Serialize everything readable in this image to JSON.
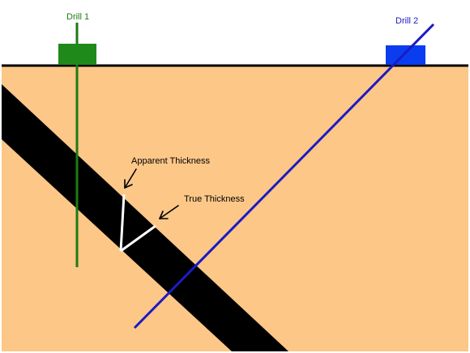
{
  "labels": {
    "drill1": "Drill 1",
    "drill2": "Drill 2",
    "apparent_thickness": "Apparent Thickness",
    "true_thickness": "True Thickness"
  },
  "colors": {
    "sky": "#ffffff",
    "ground": "#fdc788",
    "surface_line": "#000000",
    "ore_layer": "#000000",
    "drill1": "#1e7a12",
    "drill1_rig": "#1f8a1a",
    "drill2": "#1b1bc4",
    "drill2_rig": "#0a3cf0",
    "thickness_markers": "#ffffff",
    "arrows": "#000000",
    "text": "#000000"
  }
}
